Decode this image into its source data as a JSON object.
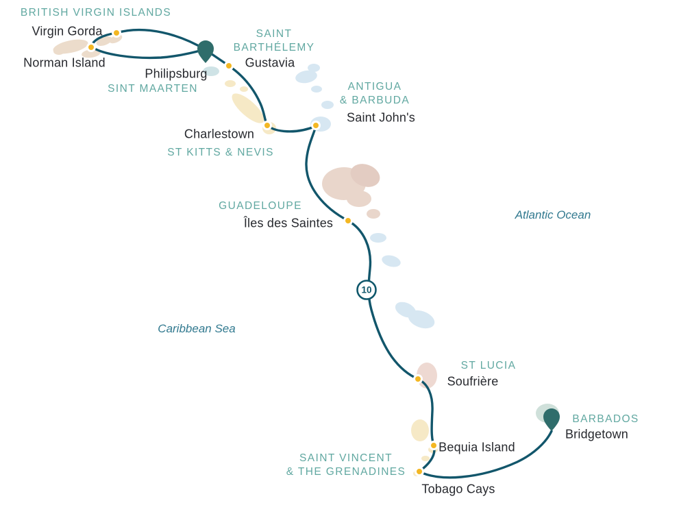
{
  "map": {
    "type": "cruise-itinerary-map",
    "colors": {
      "background": "#ffffff",
      "route": "#12566b",
      "port_dot": "#f3b723",
      "pin": "#2f6d6b",
      "region_label": "#61a8a1",
      "port_label": "#27292e",
      "ocean_label": "#31798f"
    },
    "badge": {
      "value": "10"
    },
    "oceans": [
      {
        "name": "Atlantic Ocean"
      },
      {
        "name": "Caribbean Sea"
      }
    ],
    "regions": [
      {
        "name": "BRITISH VIRGIN ISLANDS"
      },
      {
        "name": "SINT MAARTEN"
      },
      {
        "name": "SAINT\nBARTHÉLEMY"
      },
      {
        "name": "ANTIGUA\n& BARBUDA"
      },
      {
        "name": "ST KITTS & NEVIS"
      },
      {
        "name": "GUADELOUPE"
      },
      {
        "name": "ST LUCIA"
      },
      {
        "name": "BARBADOS"
      },
      {
        "name": "SAINT VINCENT\n& THE GRENADINES"
      }
    ],
    "ports": [
      {
        "name": "Virgin Gorda",
        "marker": "dot"
      },
      {
        "name": "Norman Island",
        "marker": "dot"
      },
      {
        "name": "Philipsburg",
        "marker": "pin"
      },
      {
        "name": "Gustavia",
        "marker": "dot"
      },
      {
        "name": "Saint John's",
        "marker": "dot"
      },
      {
        "name": "Charlestown",
        "marker": "dot"
      },
      {
        "name": "Îles des Saintes",
        "marker": "dot"
      },
      {
        "name": "Soufrière",
        "marker": "dot"
      },
      {
        "name": "Bequia Island",
        "marker": "dot"
      },
      {
        "name": "Tobago Cays",
        "marker": "dot"
      },
      {
        "name": "Bridgetown",
        "marker": "pin"
      }
    ]
  }
}
